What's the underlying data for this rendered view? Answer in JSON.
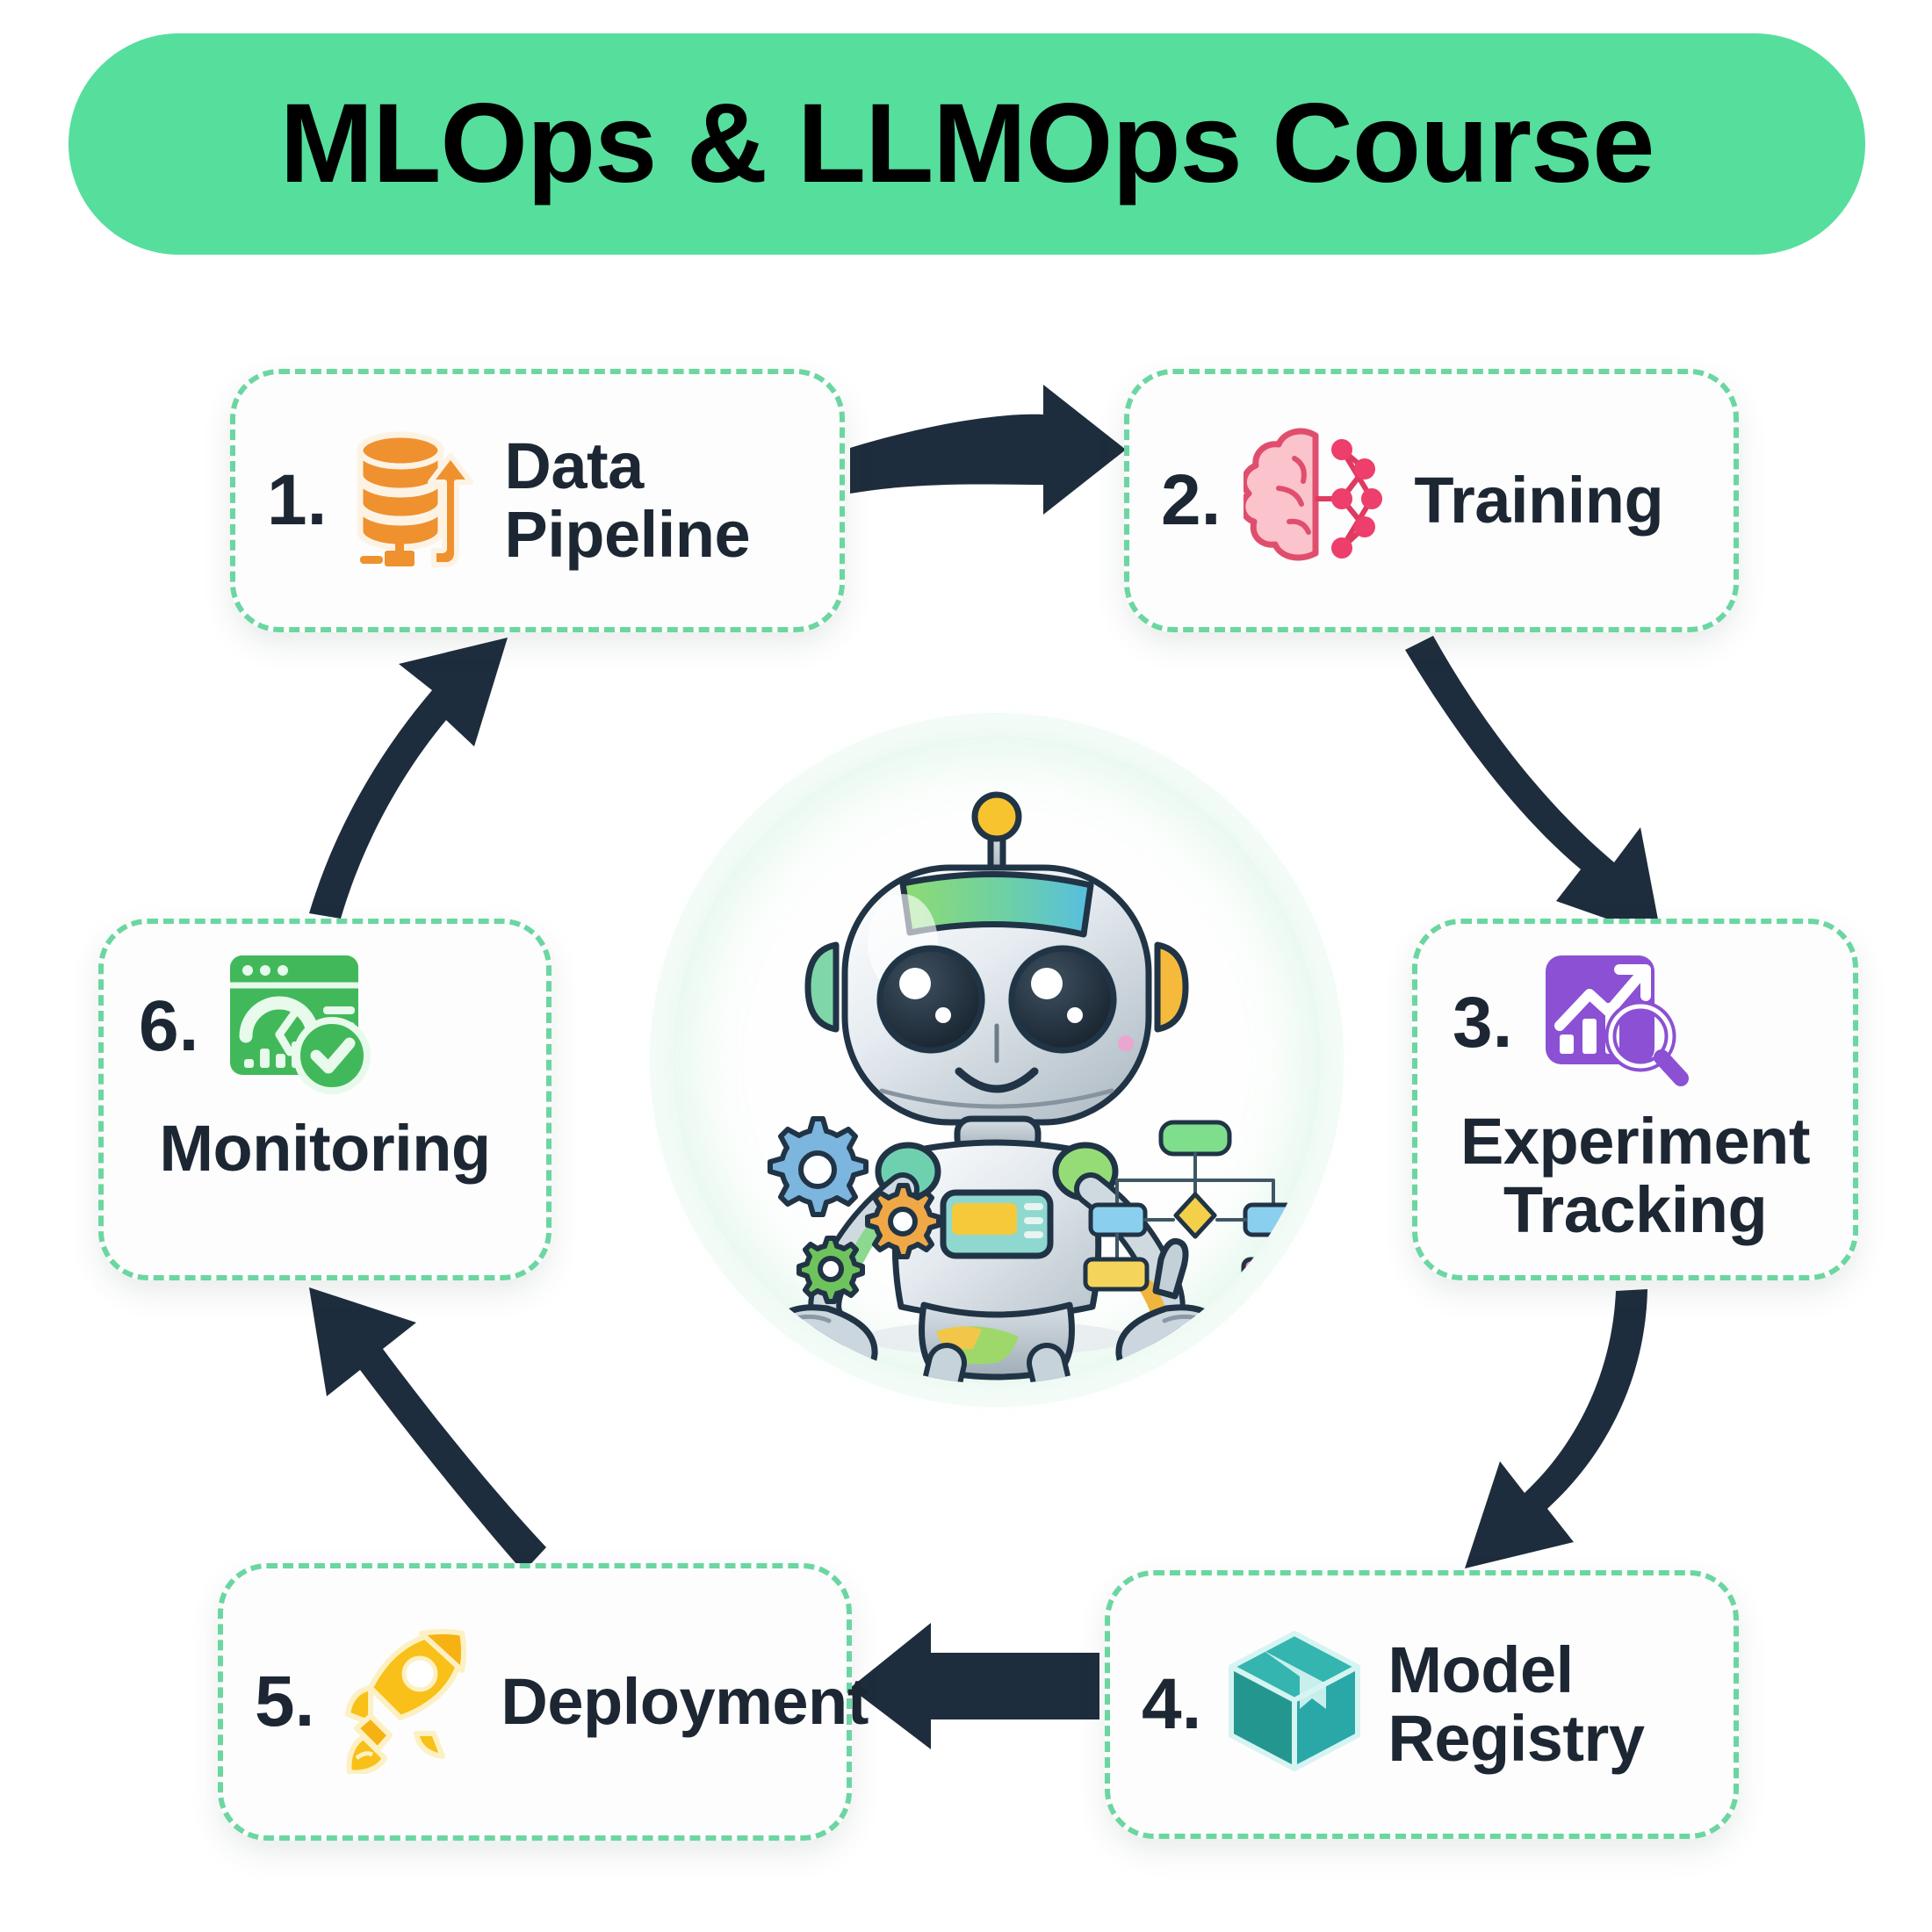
{
  "header": {
    "title": "MLOps & LLMOps Course",
    "banner_color": "#56DE9D",
    "title_color": "#000000"
  },
  "theme": {
    "background": "#FFFFFF",
    "card_background": "#FCFDFC",
    "card_border": "#6BD6A2",
    "text_color": "#1D2733",
    "arrow_color": "#1E2D3D"
  },
  "diagram": {
    "type": "cycle",
    "center": {
      "name": "mlops-robot",
      "description": "Friendly cartoon robot holding gears and a flowchart"
    },
    "stages": [
      {
        "number": "1.",
        "label": "Data Pipeline",
        "label_line1": "Data",
        "label_line2": "Pipeline",
        "icon": "database-upload-icon",
        "icon_color": "#F0912F"
      },
      {
        "number": "2.",
        "label": "Training",
        "label_line1": "Training",
        "label_line2": "",
        "icon": "brain-neural-network-icon",
        "icon_color": "#EE3E6B"
      },
      {
        "number": "3.",
        "label": "Experiment Tracking",
        "label_line1": "Experiment",
        "label_line2": "Tracking",
        "icon": "chart-magnifier-icon",
        "icon_color": "#8B50D4"
      },
      {
        "number": "4.",
        "label": "Model Registry",
        "label_line1": "Model",
        "label_line2": "Registry",
        "icon": "package-box-icon",
        "icon_color": "#2AA8A8"
      },
      {
        "number": "5.",
        "label": "Deployment",
        "label_line1": "Deployment",
        "label_line2": "",
        "icon": "rocket-icon",
        "icon_color": "#F8C018"
      },
      {
        "number": "6.",
        "label": "Monitoring",
        "label_line1": "Monitoring",
        "label_line2": "",
        "icon": "dashboard-gauge-check-icon",
        "icon_color": "#41B95A"
      }
    ],
    "connections": [
      {
        "from": "1.",
        "to": "2.",
        "direction": "right"
      },
      {
        "from": "2.",
        "to": "3.",
        "direction": "down-right-curve"
      },
      {
        "from": "3.",
        "to": "4.",
        "direction": "down-left-curve"
      },
      {
        "from": "4.",
        "to": "5.",
        "direction": "left"
      },
      {
        "from": "5.",
        "to": "6.",
        "direction": "up-left-curve"
      },
      {
        "from": "6.",
        "to": "1.",
        "direction": "up-right-curve"
      }
    ]
  }
}
